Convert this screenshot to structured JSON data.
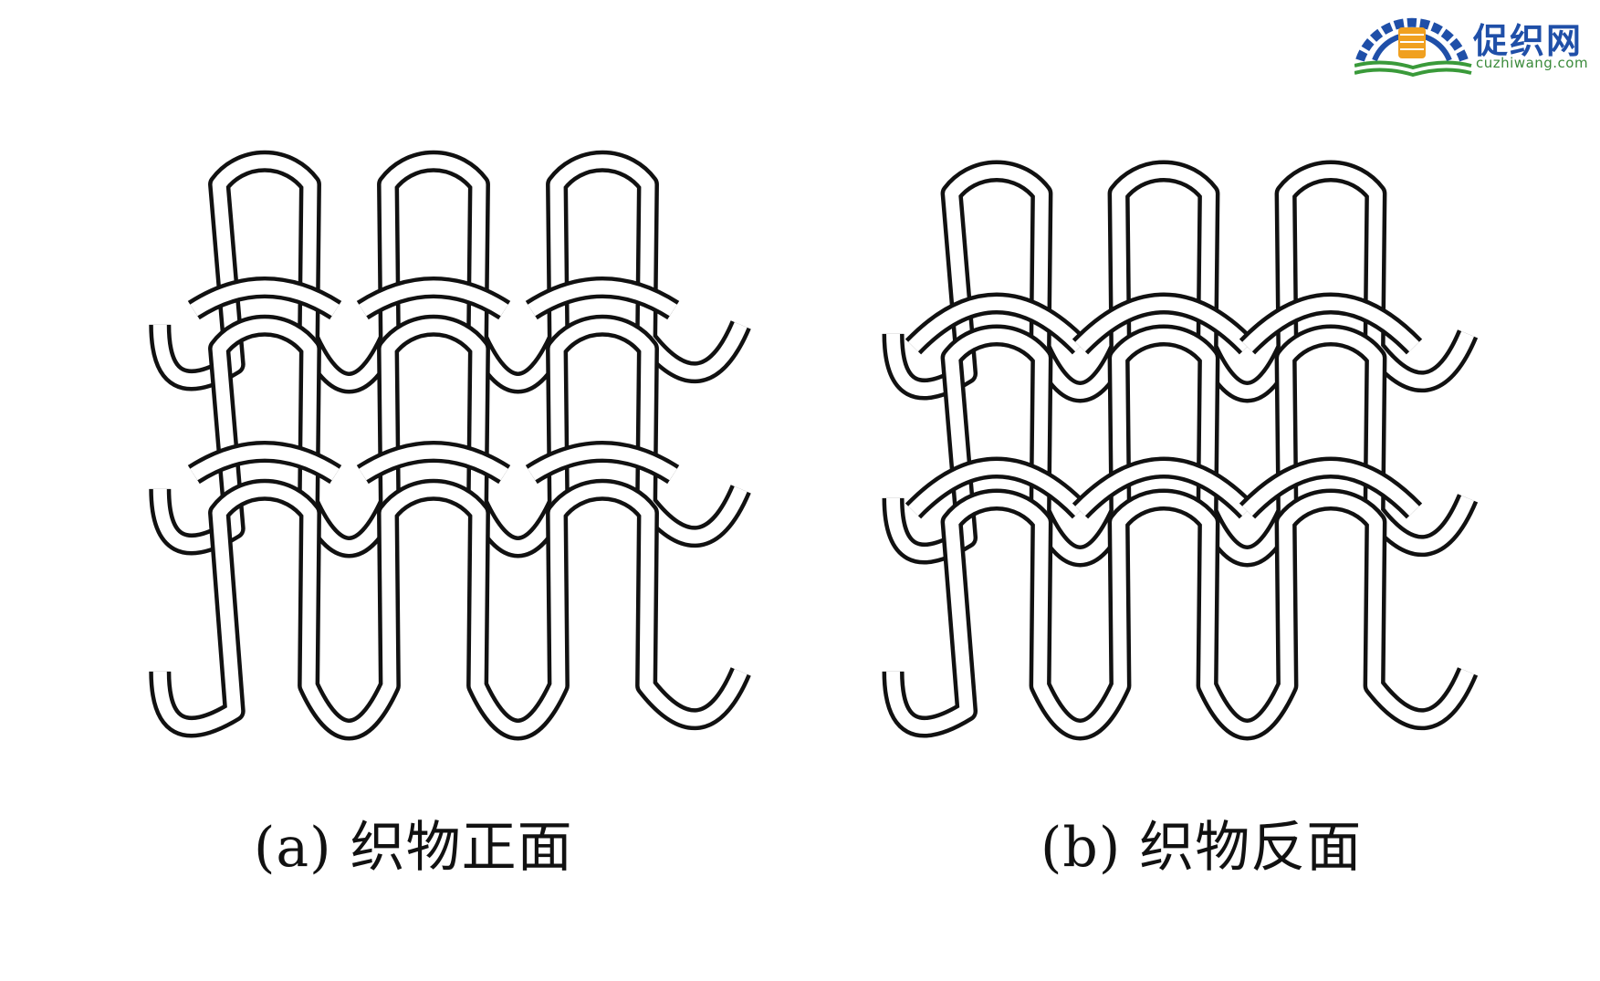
{
  "figure": {
    "panels": [
      {
        "id": "a",
        "caption": "(a) 织物正面",
        "view": "face"
      },
      {
        "id": "b",
        "caption": "(b) 织物反面",
        "view": "back"
      }
    ]
  },
  "watermark": {
    "name_cn": "促织网",
    "url": "cuzhiwang.com",
    "colors": {
      "blue": "#1f4fa8",
      "orange": "#f0a020",
      "green": "#3a9a3a"
    }
  },
  "style": {
    "line_color": "#111111",
    "background": "#ffffff"
  }
}
